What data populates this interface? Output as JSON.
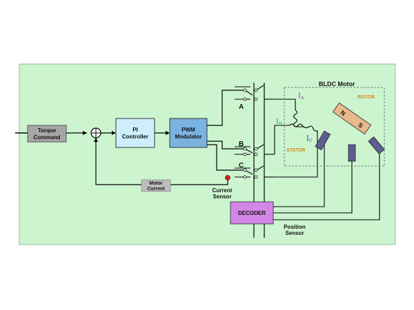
{
  "blocks": {
    "torque": {
      "line1": "Torque",
      "line2": "Command"
    },
    "pi": {
      "line1": "PI",
      "line2": "Controller"
    },
    "pwm": {
      "line1": "PWM",
      "line2": "Modulator"
    },
    "decoder": {
      "label": "DECODER"
    }
  },
  "phases": {
    "a": "A",
    "b": "B",
    "c": "C"
  },
  "currents": {
    "ia": "I",
    "ia_sub": "A",
    "ib": "I",
    "ib_sub": "B",
    "ic": "I",
    "ic_sub": "C"
  },
  "motor": {
    "title": "BLDC Motor",
    "rotor": "ROTOR",
    "stator": "STATOR",
    "north": "N",
    "south": "S"
  },
  "labels": {
    "motor_current_1": "Motor",
    "motor_current_2": "Current",
    "current_sensor_1": "Current",
    "current_sensor_2": "Sensor",
    "position_sensor_1": "Position",
    "position_sensor_2": "Sensor"
  },
  "colors": {
    "background": "#ccf5cf",
    "torque_block": "#a6a6a6",
    "pi_block": "#cfeefc",
    "pwm_block": "#7bb3e0",
    "decoder_block": "#d486e8",
    "sensor_dot": "#cc2222",
    "rotor_label": "#d08a2a",
    "stator_label": "#d08a2a",
    "ia_color": "#9b3fb0",
    "ib_color": "#1e9a3a",
    "ic_color": "#2f3fa0"
  }
}
